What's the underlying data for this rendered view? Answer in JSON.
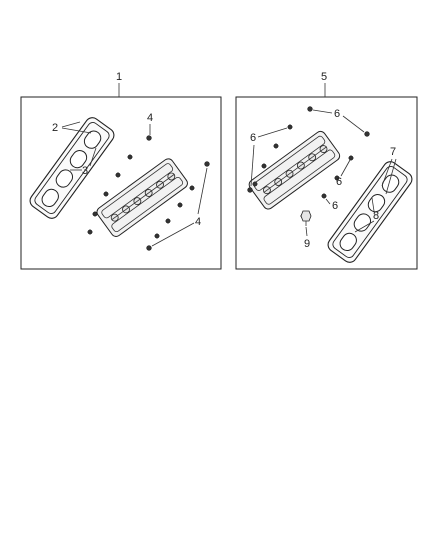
{
  "callouts": {
    "c1": "1",
    "c2": "2",
    "c3": "3",
    "c4a": "4",
    "c4b": "4",
    "c5": "5",
    "c6a": "6",
    "c6b": "6",
    "c6c": "6",
    "c6d": "6",
    "c7": "7",
    "c8": "8",
    "c9": "9"
  },
  "colors": {
    "line": "#222222",
    "background": "#ffffff"
  }
}
